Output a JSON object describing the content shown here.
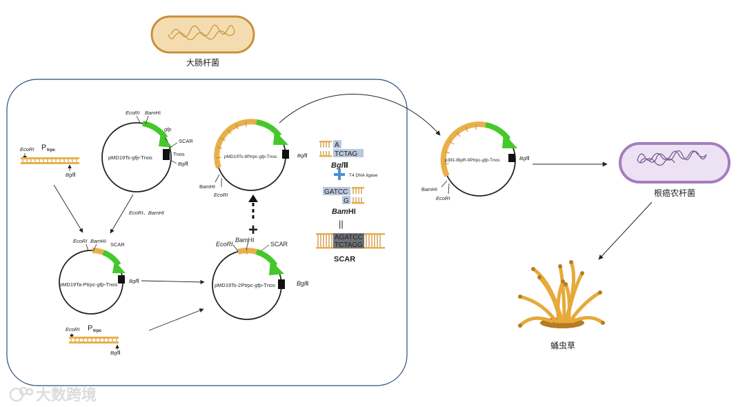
{
  "colors": {
    "gene": "#e8b04b",
    "gene_dark": "#c88a2a",
    "gfp": "#45c82a",
    "ring": "#222222",
    "box_border": "#2e4a7a",
    "cell_fill": "#f3ddb0",
    "cell_border": "#c98e3b",
    "agro_fill": "#ece2f3",
    "agro_border": "#a57cc0",
    "dna_blob": "#7a5a90",
    "seq_bg": "#b9c8dc",
    "seq_dark": "#6d7076",
    "plus_blue": "#4a8fd4",
    "cordyceps": "#e6a93a",
    "cordyceps_dark": "#b67a20",
    "watermark": "#dcdcdc"
  },
  "organisms": {
    "ecoli": "大肠杆菌",
    "agrobacterium": "根癌农杆菌",
    "cordyceps": "蛹虫草"
  },
  "labels": {
    "ecori": "EcoRI",
    "bamhi": "BamHI",
    "bam_italic": "Bam",
    "hi": "HI",
    "bgl_italic": "Bgl",
    "roman_two": "Ⅱ",
    "scar": "SCAR",
    "tnos": "Tnos",
    "gfp": "gfp",
    "p_main": "P",
    "p_sub": "trpc",
    "digest": "EcoRI、BamHI",
    "ligase": "T4 DNA ligase",
    "plus": "+",
    "equals": "||"
  },
  "plasmids": {
    "pmd_gfp": {
      "pre": "pMD19Ts-",
      "gene": "gfp",
      "post": "-Tnos"
    },
    "pmd_ptrpc": {
      "pre": "pMD19Ta-Ptrpc-",
      "gene": "gfp",
      "post": "-Tnos"
    },
    "pmd_2ptrpc": {
      "pre": "pMD19Ts-2Ptrpc-",
      "gene": "gfp",
      "post": "-Tnos"
    },
    "pmd_9ptrpc": {
      "pre": "pMD19Ts-9Ptrpc-",
      "gene": "gfp",
      "post": "-Tnos"
    },
    "p391": {
      "pre": "p391-BlpR-9Ptrpc-",
      "gene": "gfp",
      "post": "-Tnos"
    }
  },
  "sequences": {
    "bgl_top": "A",
    "bgl_bottom": "TCTAG",
    "bam_top": "GATCC",
    "bam_bottom": "G",
    "scar_top": "AGATCC",
    "scar_bottom": "TCTAGG"
  },
  "watermark": "大数跨境"
}
